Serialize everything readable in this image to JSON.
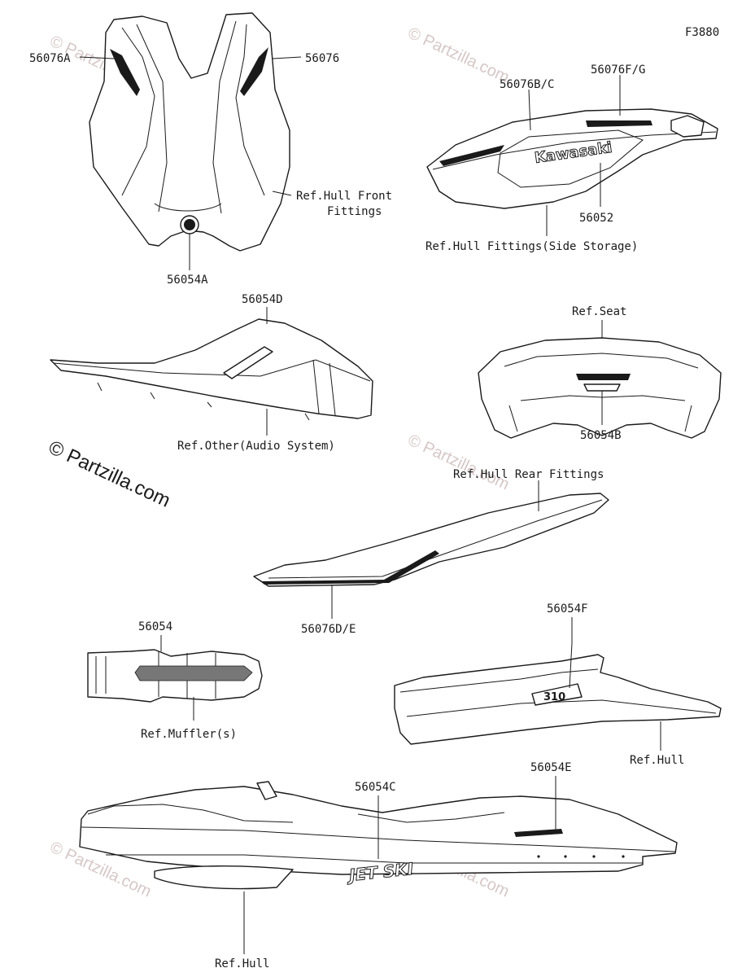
{
  "figure_code": "F3880",
  "watermark": {
    "main": "© Partzilla.com",
    "faint": "© Partzilla.com"
  },
  "parts": {
    "p56076A": "56076A",
    "p56076": "56076",
    "p56054A": "56054A",
    "p56076BC": "56076B/C",
    "p56076FG": "56076F/G",
    "p56052": "56052",
    "p56054D": "56054D",
    "p56054B": "56054B",
    "p56076DE": "56076D/E",
    "p56054": "56054",
    "p56054F": "56054F",
    "p56054C": "56054C",
    "p56054E": "56054E"
  },
  "refs": {
    "hull_front_fittings_1": "Ref.Hull Front",
    "hull_front_fittings_2": "Fittings",
    "hull_fittings_side": "Ref.Hull Fittings(Side Storage)",
    "seat": "Ref.Seat",
    "other_audio": "Ref.Other(Audio System)",
    "hull_rear_fittings": "Ref.Hull Rear Fittings",
    "muffler": "Ref.Muffler(s)",
    "hull_1": "Ref.Hull",
    "hull_2": "Ref.Hull"
  },
  "decal_text": {
    "kawasaki": "Kawasaki",
    "jetski": "JET SKI",
    "model": "310"
  }
}
